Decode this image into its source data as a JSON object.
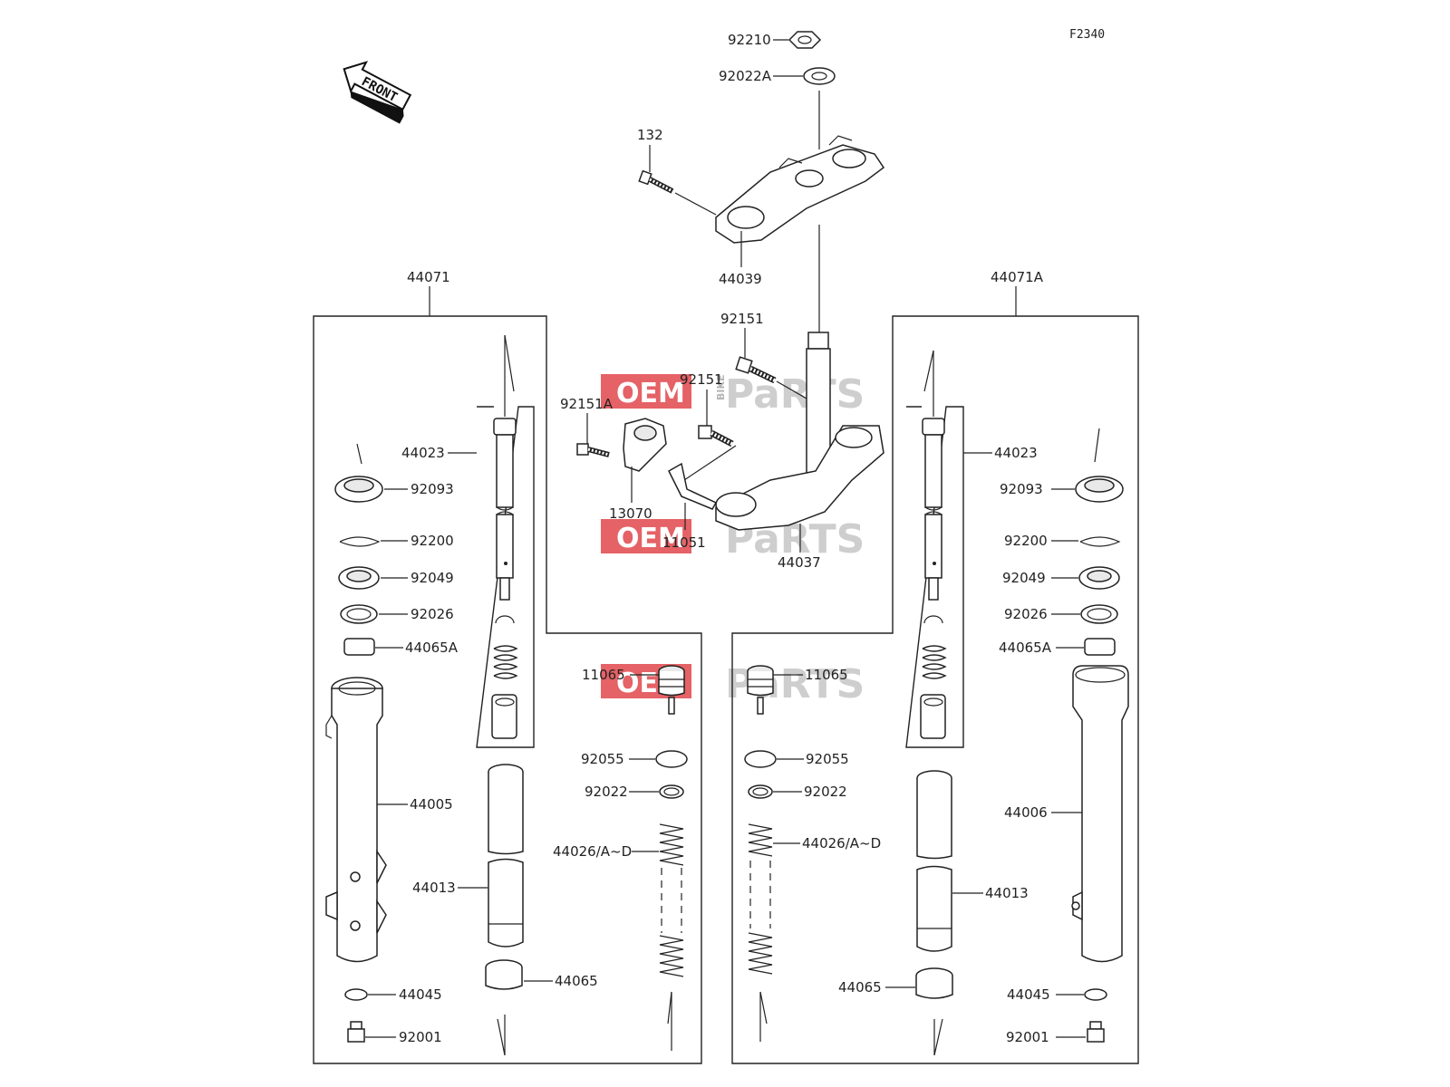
{
  "diagram_code": "F2340",
  "front_label": "FRONT",
  "watermark": {
    "oem": "OEM",
    "bike": "BIKE",
    "parts": "PaRTS",
    "color_red": "#e0464b",
    "color_gray": "#b5b5b5"
  },
  "assembly_labels": {
    "left_fork": "44071",
    "right_fork": "44071A"
  },
  "parts": {
    "p92210": "92210",
    "p92022A": "92022A",
    "p132": "132",
    "p44039": "44039",
    "p92151_top": "92151",
    "p92151_mid": "92151",
    "p92151A": "92151A",
    "p13070": "13070",
    "p11051": "11051",
    "p44037": "44037",
    "l44023": "44023",
    "l92093": "92093",
    "l92200": "92200",
    "l92049": "92049",
    "l92026": "92026",
    "l44065A": "44065A",
    "l44005": "44005",
    "l44013": "44013",
    "l44065": "44065",
    "l44045": "44045",
    "l92001": "92001",
    "l11065": "11065",
    "l92055": "92055",
    "l92022": "92022",
    "l44026": "44026/A~D",
    "r44023": "44023",
    "r92093": "92093",
    "r92200": "92200",
    "r92049": "92049",
    "r92026": "92026",
    "r44065A": "44065A",
    "r44006": "44006",
    "r44013": "44013",
    "r44065": "44065",
    "r44045": "44045",
    "r92001": "92001",
    "r11065": "11065",
    "r92055": "92055",
    "r92022": "92022",
    "r44026": "44026/A~D"
  }
}
